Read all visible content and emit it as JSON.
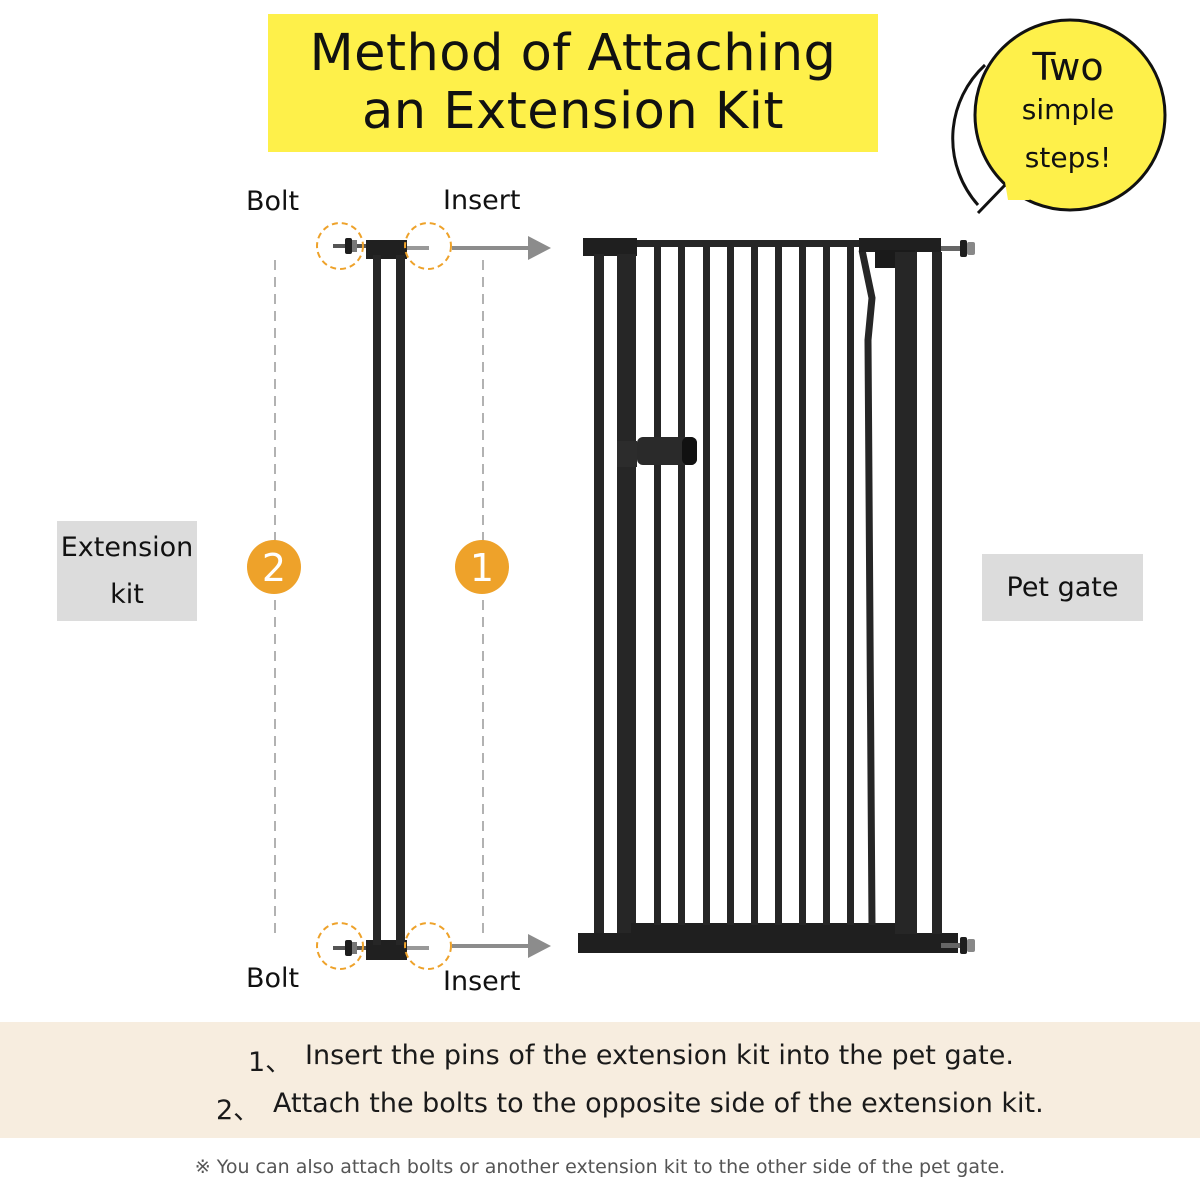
{
  "title": {
    "line1": "Method of Attaching",
    "line2": "an Extension Kit"
  },
  "bubble": {
    "line1": "Two",
    "line2": "simple",
    "line3": "steps!"
  },
  "diagram": {
    "bolt_top": "Bolt",
    "bolt_bottom": "Bolt",
    "insert_top": "Insert",
    "insert_bottom": "Insert",
    "step_badge_1": "1",
    "step_badge_2": "2",
    "extension_kit": {
      "line1": "Extension",
      "line2": "kit"
    },
    "pet_gate": "Pet gate"
  },
  "colors": {
    "title_bg": "#fef04a",
    "badge": "#eea22a",
    "metal": "#262626",
    "arrow": "#8c8c8c",
    "band": "#f7eddf",
    "label_bg": "#dcdcdc"
  },
  "instructions": [
    {
      "num": "1、",
      "text": "Insert the pins of the extension kit into the pet gate."
    },
    {
      "num": "2、",
      "text": "Attach the bolts to the opposite side of the extension kit."
    }
  ],
  "footnote": "※ You can also attach bolts or another extension kit to the other side of the pet gate."
}
